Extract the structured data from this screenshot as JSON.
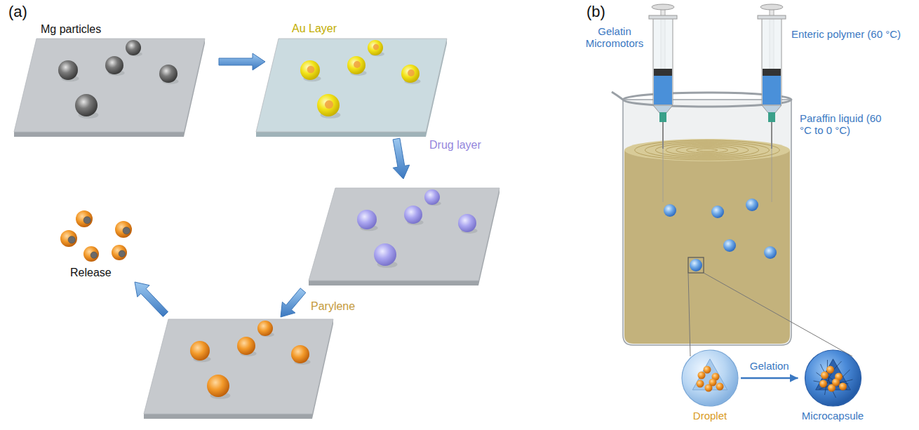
{
  "diagram": {
    "nodes": [
      {
        "text": [
          "Droplet"
        ]
      },
      {
        "text": [
          "Microcapsule"
        ]
      }
    ],
    "edges": [
      {
        "from": 0,
        "to": 1,
        "arrow": "to",
        "label": "Gelation"
      }
    ],
    "labels": [
      "(a)",
      "Mg particles",
      "Au Layer",
      "Drug layer",
      "Parylene",
      "Release",
      "(b)",
      "Gelatin Micromotors",
      "Enteric polymer (60 °C)",
      "Paraffin liquid (60 °C to 0 °C)"
    ]
  }
}
